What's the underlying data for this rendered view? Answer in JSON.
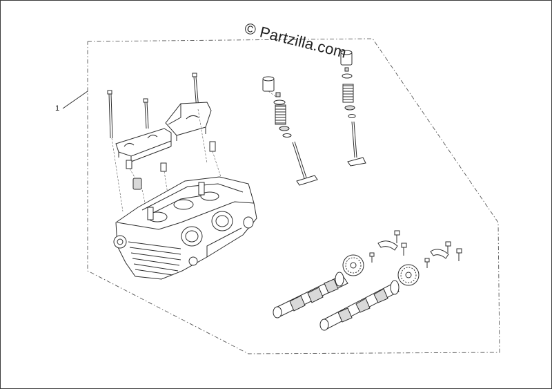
{
  "watermark": "© Partzilla.com",
  "callout": {
    "number": "1"
  },
  "parts": {
    "kit_boundary": "dashed-kit-outline",
    "cylinder_head": "cylinder-head",
    "cam_holders": "camshaft-holders",
    "head_bolts": "cylinder-head-bolts",
    "intake_valve": "intake-valve-assembly",
    "exhaust_valve": "exhaust-valve-assembly",
    "camshaft_intake": "intake-camshaft",
    "camshaft_exhaust": "exhaust-camshaft",
    "cam_sprockets": "cam-sprockets",
    "sprocket_bolts": "sprocket-bolts"
  },
  "colors": {
    "line": "#2b2b2b",
    "background": "#ffffff",
    "border": "#3a3a3a"
  }
}
